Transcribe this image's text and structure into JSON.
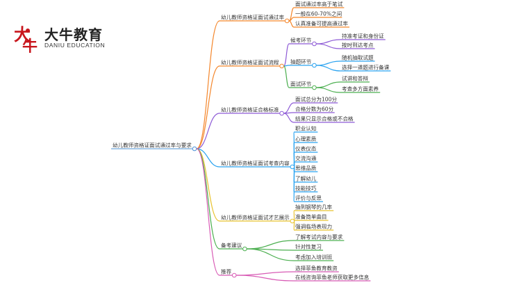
{
  "logo": {
    "brand_cn": "大牛教育",
    "brand_en": "DANIU EDUCATION",
    "icon": "daniu-logo-icon",
    "accent_color": "#c8161d"
  },
  "mindmap": {
    "root": "幼儿教师资格证面试通过率与要求",
    "branches": [
      {
        "label": "幼儿教师资格证面试通过率",
        "color": "#f4862b",
        "children": [
          {
            "label": "面试通过率高于笔试",
            "children": []
          },
          {
            "label": "一般在60-70%之间",
            "children": []
          },
          {
            "label": "认真准备可提高通过率",
            "children": []
          }
        ]
      },
      {
        "label": "幼儿教师资格证面试流程",
        "color": "#f4862b",
        "children": [
          {
            "label": "候考环节",
            "color": "#8e5bd6",
            "children": [
              "持准考证和身份证",
              "按时到达考点"
            ]
          },
          {
            "label": "抽题环节",
            "color": "#2aa3f0",
            "children": [
              "随机抽取试题",
              "选择一道题进行备课"
            ]
          },
          {
            "label": "面试环节",
            "color": "#4caf50",
            "children": [
              "试讲和答辩",
              "考查多方面素养"
            ]
          }
        ]
      },
      {
        "label": "幼儿教师资格证合格标准",
        "color": "#8e5bd6",
        "children": [
          {
            "label": "面试总分为100分",
            "children": []
          },
          {
            "label": "合格分数为60分",
            "children": []
          },
          {
            "label": "结果只显示合格或不合格",
            "children": []
          }
        ]
      },
      {
        "label": "幼儿教师资格证面试考查内容",
        "color": "#2aa3f0",
        "children": [
          {
            "label": "职业认知",
            "children": []
          },
          {
            "label": "心理素质",
            "children": []
          },
          {
            "label": "仪表仪态",
            "children": []
          },
          {
            "label": "交流沟通",
            "children": []
          },
          {
            "label": "思维品质",
            "children": []
          },
          {
            "label": "了解幼儿",
            "children": []
          },
          {
            "label": "技能技巧",
            "children": []
          },
          {
            "label": "评价与反思",
            "children": []
          }
        ]
      },
      {
        "label": "幼儿教师资格证面试才艺展示",
        "color": "#e8c22e",
        "children": [
          {
            "label": "抽到钢琴的几率",
            "children": []
          },
          {
            "label": "准备简单曲目",
            "children": []
          },
          {
            "label": "强调临场表现力",
            "children": []
          }
        ]
      },
      {
        "label": "备考建议",
        "color": "#4caf50",
        "children": [
          {
            "label": "了解考试内容与要求",
            "children": []
          },
          {
            "label": "针对性复习",
            "children": []
          },
          {
            "label": "考虑加入培训班",
            "children": []
          }
        ]
      },
      {
        "label": "推荐",
        "color": "#d85bb5",
        "children": [
          {
            "label": "选择菲鱼教育教资",
            "children": []
          },
          {
            "label": "在线咨询菲鱼老师获取更多信息",
            "children": []
          }
        ]
      }
    ]
  }
}
